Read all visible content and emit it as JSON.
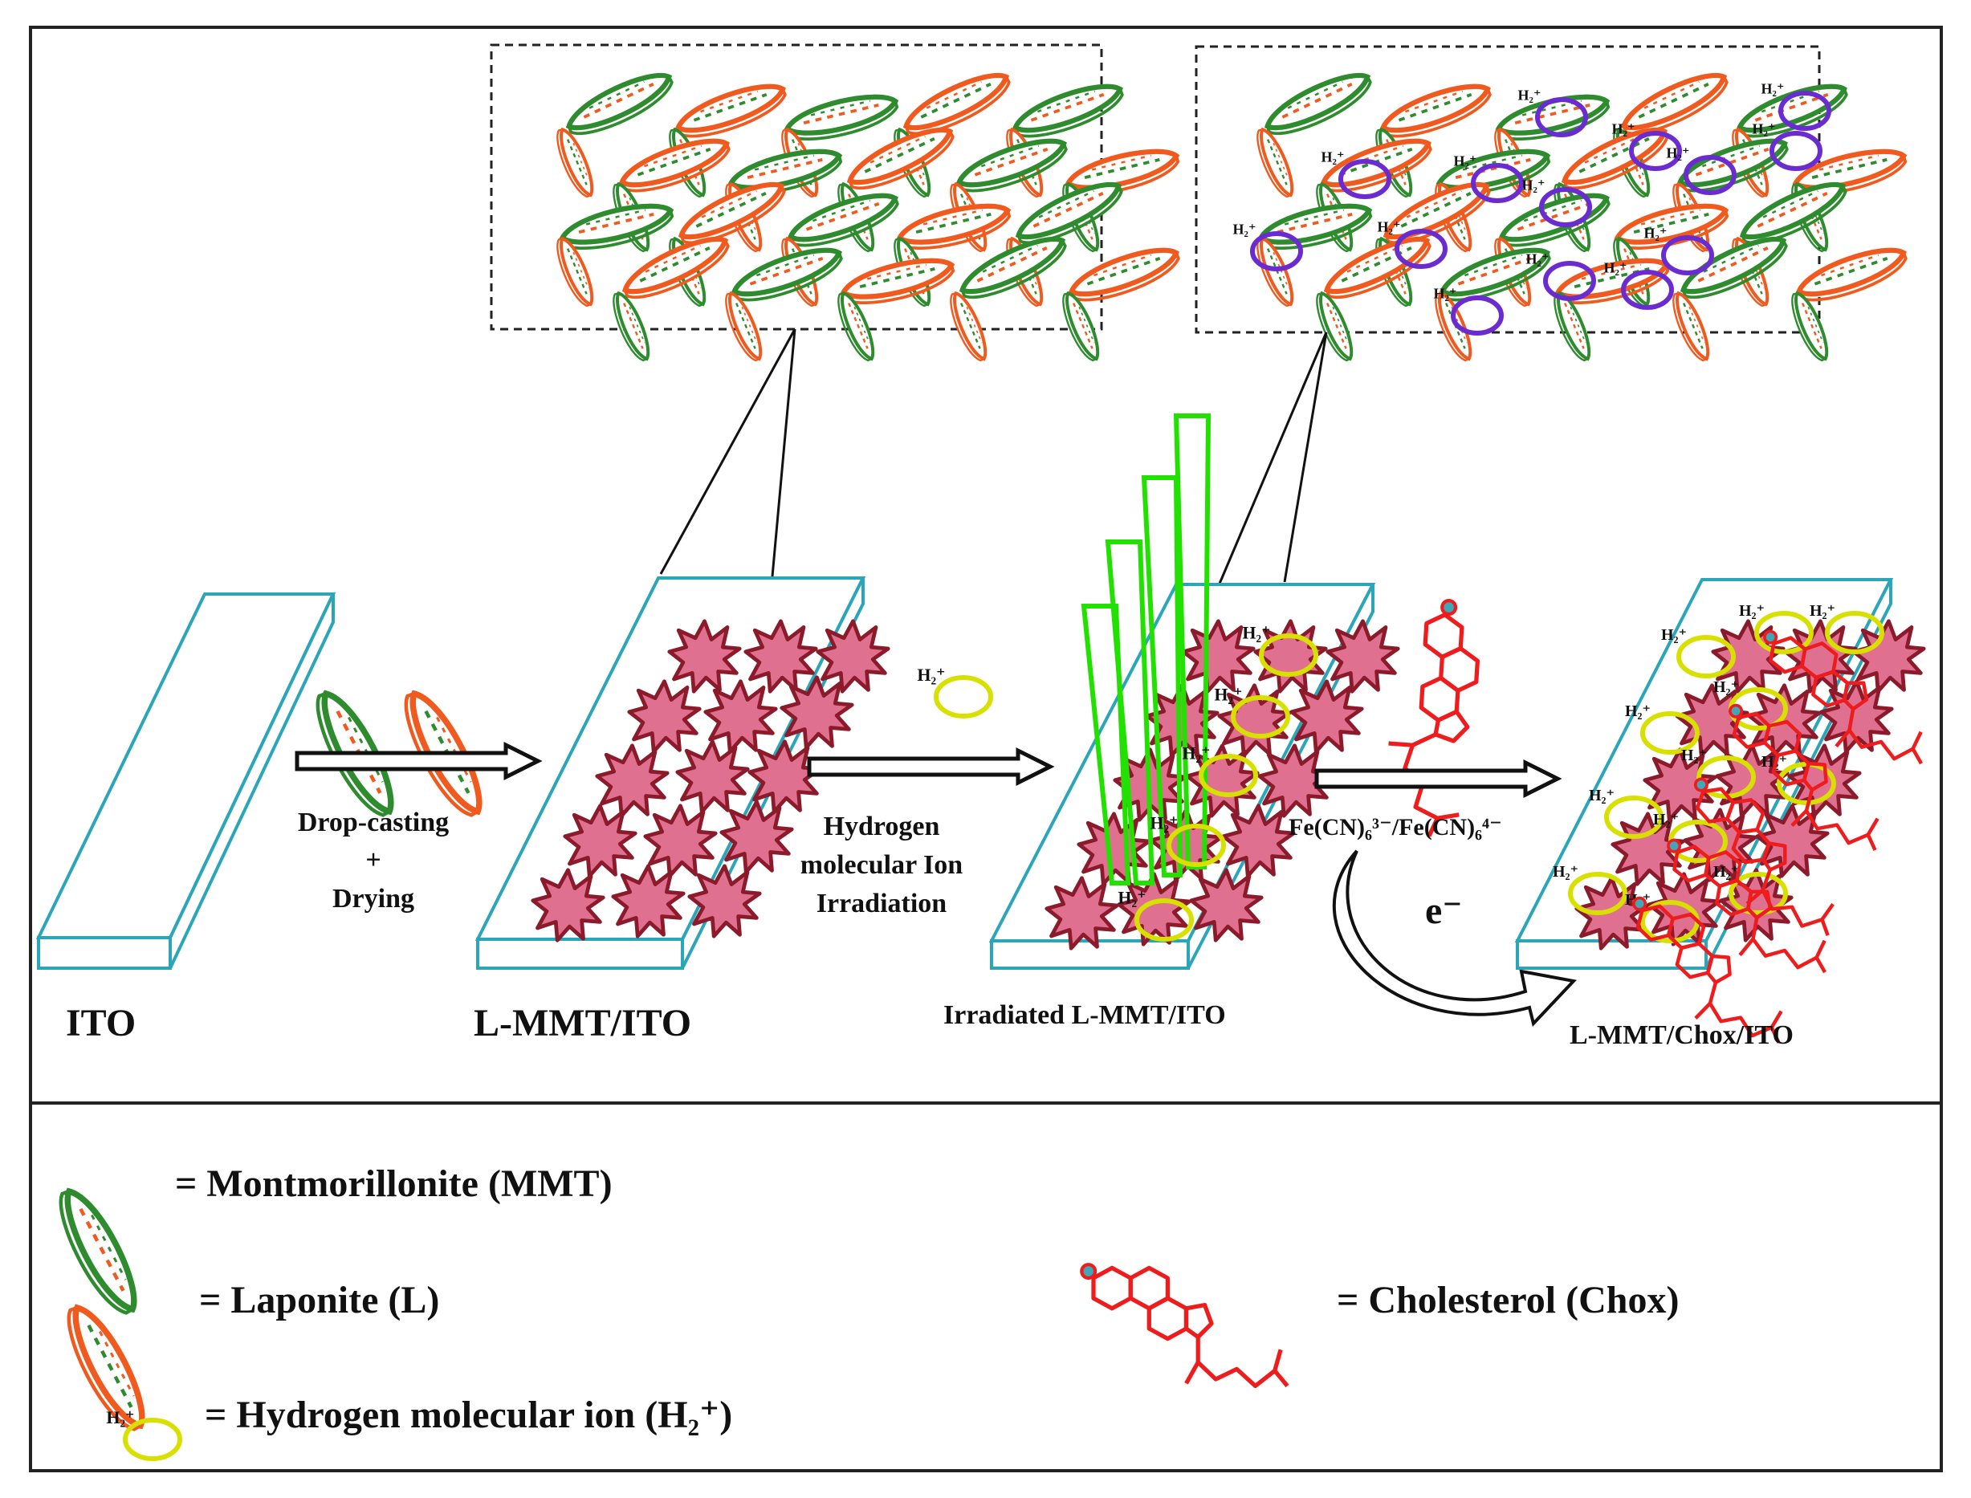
{
  "steps": {
    "ito": "ITO",
    "lmmt_ito": "L-MMT/ITO",
    "irradiated": "Irradiated  L-MMT/ITO",
    "lmmt_chox_ito": "L-MMT/Chox/ITO"
  },
  "arrows": {
    "drop_casting": "Drop-casting",
    "plus": "+",
    "drying": "Drying",
    "hydrogen_line1": "Hydrogen",
    "hydrogen_line2": "molecular  Ion",
    "hydrogen_line3": "Irradiation",
    "redox_probe": "Fe(CN)₆³⁻/Fe(CN)₆⁴⁻",
    "electron": "e⁻"
  },
  "ion_label": "H₂⁺",
  "legend": {
    "mmt": "= Montmorillonite  (MMT)",
    "laponite": "= Laponite  (L)",
    "hydrogen_ion": "= Hydrogen  molecular  ion  (H₂⁺)",
    "cholesterol": "= Cholesterol  (Chox)"
  },
  "colors": {
    "mmt": "#2e8b2e",
    "laponite": "#f05a1e",
    "grain_fill": "#e07090",
    "grain_edge": "#8b1a2a",
    "substrate": "#2aa6b8",
    "ion_ring": "#d8e000",
    "ion_ring_blue": "#6a2cd0",
    "beam": "#22e000",
    "cholesterol": "#ee1c1c"
  },
  "icons": [
    "ellipse-disc-icon",
    "star-grain-icon",
    "ion-ring-icon",
    "cholesterol-molecule-icon",
    "arrow-icon"
  ]
}
